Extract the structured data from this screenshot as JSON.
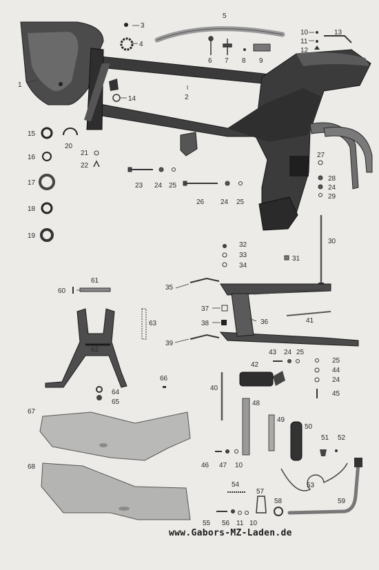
{
  "footer": {
    "website": "www.Gabors-MZ-Laden.de"
  },
  "callouts": {
    "c1": "1",
    "c2": "2",
    "c3": "3",
    "c4": "4",
    "c5": "5",
    "c6": "6",
    "c7": "7",
    "c8": "8",
    "c9": "9",
    "c10a": "10",
    "c11a": "11",
    "c12": "12",
    "c13": "13",
    "c14": "14",
    "c15": "15",
    "c16": "16",
    "c17": "17",
    "c18": "18",
    "c19": "19",
    "c20": "20",
    "c21": "21",
    "c22": "22",
    "c23": "23",
    "c24a": "24",
    "c25a": "25",
    "c26": "26",
    "c24b": "24",
    "c25b": "25",
    "c27": "27",
    "c28": "28",
    "c24c": "24",
    "c29": "29",
    "c30": "30",
    "c31": "31",
    "c32": "32",
    "c33": "33",
    "c34": "34",
    "c35": "35",
    "c36": "36",
    "c37": "37",
    "c38": "38",
    "c39": "39",
    "c40": "40",
    "c41": "41",
    "c42": "42",
    "c43": "43",
    "c24d": "24",
    "c25c": "25",
    "c25d": "25",
    "c44": "44",
    "c24e": "24",
    "c45": "45",
    "c48": "48",
    "c49": "49",
    "c50": "50",
    "c51": "51",
    "c52": "52",
    "c53": "53",
    "c54": "54",
    "c55": "55",
    "c56": "56",
    "c11b": "11",
    "c10b": "10",
    "c57": "57",
    "c58": "58",
    "c59": "59",
    "c46": "46",
    "c47": "47",
    "c10c": "10",
    "c60": "60",
    "c61": "61",
    "c62": "62",
    "c63": "63",
    "c64": "64",
    "c65": "65",
    "c66": "66",
    "c67": "67",
    "c68": "68"
  }
}
